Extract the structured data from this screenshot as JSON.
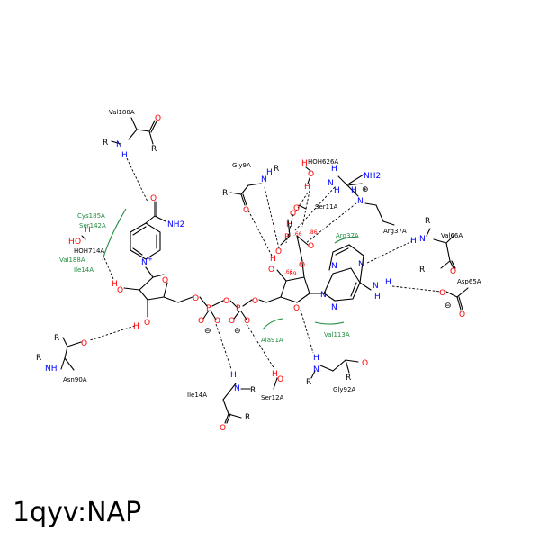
{
  "caption": "1qyv:NAP",
  "residues": {
    "val188a_top": "Val188A",
    "gly9a": "Gly9A",
    "hoh626a": "HOH626A",
    "ser11a": "Ser11A",
    "arg37a_g": "Arg37A",
    "arg37a": "Arg37A",
    "val66a": "Val66A",
    "asp65a": "Asp65A",
    "cys185a": "Cys185A",
    "ser142a": "Ser142A",
    "hoh714a": "HOH714A",
    "val188a_g": "Val188A",
    "ile14a_g": "Ile14A",
    "asn90a": "Asn90A",
    "ala91a": "Ala91A",
    "val113a": "Val113A",
    "gly92a": "Gly92A",
    "ile14a": "Ile14A",
    "ser12a": "Ser12A"
  },
  "distances": [
    ".66",
    ".86",
    ".66",
    ".69"
  ],
  "atoms": {
    "N": "N",
    "O": "O",
    "H": "H",
    "R": "R",
    "NH2": "NH2",
    "NH": "NH",
    "P": "P",
    "HO": "HO"
  },
  "charges": {
    "plus": "+",
    "minus": "⊖",
    "plus_circle": "⊕"
  },
  "colors": {
    "nitrogen": "#0000ff",
    "oxygen": "#ff0000",
    "carbon": "#000000",
    "hydrophobic": "#1e8c3c"
  }
}
